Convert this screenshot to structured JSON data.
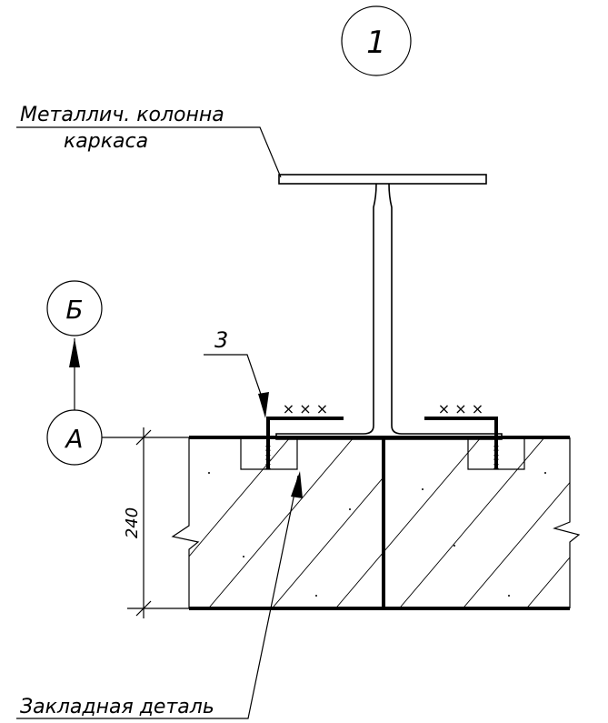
{
  "markers": {
    "detail": "1",
    "section_from": "А",
    "section_to": "Б",
    "item": "3"
  },
  "labels": {
    "column_line1": "Металлич. колонна",
    "column_line2": "каркаса",
    "embed": "Закладная деталь"
  },
  "dimension": "240"
}
